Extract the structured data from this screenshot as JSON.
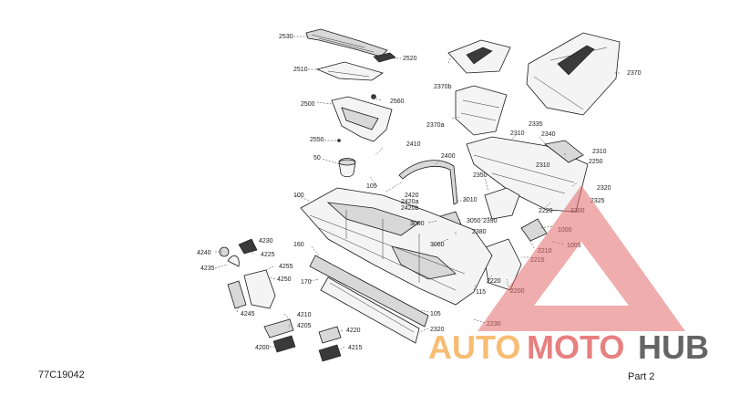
{
  "diagram": {
    "code": "77C19042",
    "page": "Part 2",
    "callouts": [
      "2530",
      "2520",
      "2510",
      "2370b",
      "2370",
      "2560",
      "2500",
      "2370a",
      "2335",
      "2340",
      "2310",
      "2310",
      "2550",
      "2410",
      "2400",
      "2310",
      "2250",
      "50",
      "2350",
      "105",
      "2320",
      "2325",
      "100",
      "2420",
      "2420a",
      "2420b",
      "3010",
      "2220",
      "2300",
      "3050",
      "2390",
      "3000",
      "1000",
      "2380",
      "4230",
      "160",
      "3060",
      "1005",
      "2210",
      "4240",
      "4225",
      "2215",
      "4235",
      "4255",
      "4250",
      "170",
      "115",
      "2220",
      "2200",
      "4210",
      "4245",
      "4205",
      "105",
      "2230",
      "4220",
      "2320",
      "4215",
      "4200"
    ]
  },
  "watermark": {
    "auto": "AUTO",
    "moto": "MOTO",
    "hub": "HUB",
    "colors": {
      "triangle": "#e46a6a",
      "auto": "#f6b25a",
      "moto": "#e46a6a",
      "hub": "#4a4a4a"
    }
  }
}
